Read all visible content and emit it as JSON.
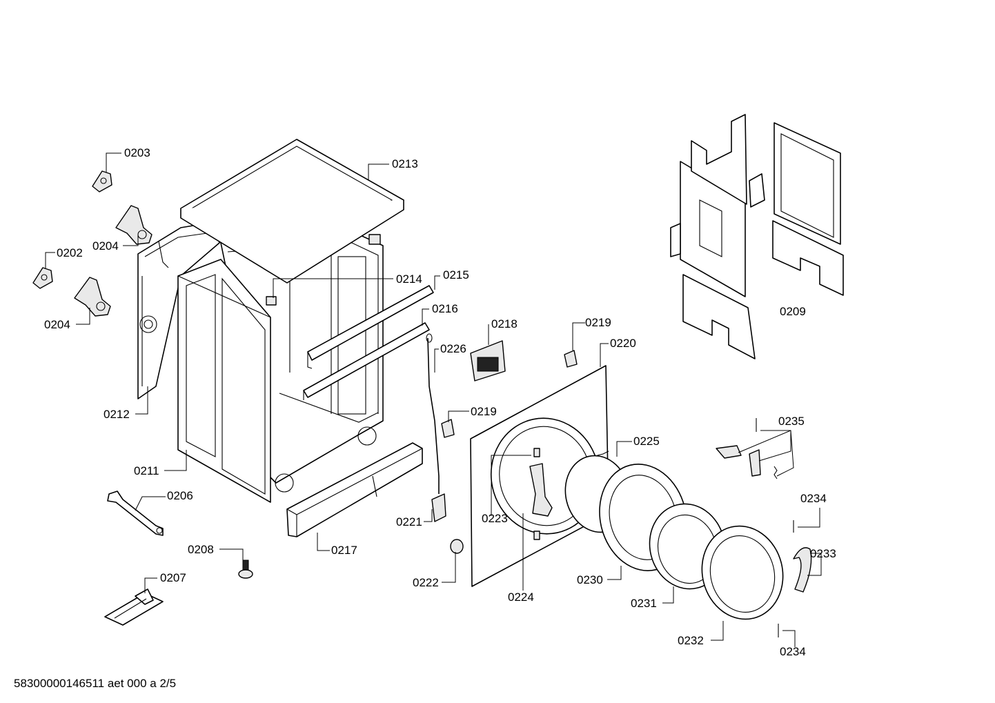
{
  "footer": "58300000146511 aet 000 a 2/5",
  "labels": {
    "p0202": "0202",
    "p0203": "0203",
    "p0204a": "0204",
    "p0204b": "0204",
    "p0206": "0206",
    "p0207": "0207",
    "p0208": "0208",
    "p0209": "0209",
    "p0211": "0211",
    "p0212": "0212",
    "p0213": "0213",
    "p0214": "0214",
    "p0215": "0215",
    "p0216": "0216",
    "p0217": "0217",
    "p0218": "0218",
    "p0219a": "0219",
    "p0219b": "0219",
    "p0220": "0220",
    "p0221": "0221",
    "p0222": "0222",
    "p0223": "0223",
    "p0224": "0224",
    "p0225": "0225",
    "p0226": "0226",
    "p0230": "0230",
    "p0231": "0231",
    "p0232": "0232",
    "p0233": "0233",
    "p0234a": "0234",
    "p0234b": "0234",
    "p0235": "0235"
  }
}
